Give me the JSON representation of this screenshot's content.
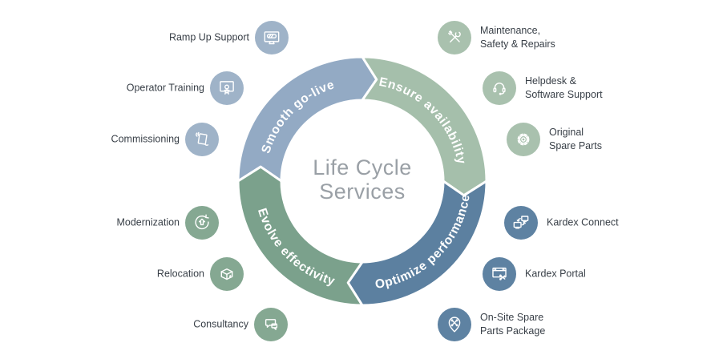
{
  "diagram": {
    "title_line1": "Life Cycle",
    "title_line2": "Services",
    "title_color": "#9aa0a6",
    "label_text_color": "#383f47",
    "flow_direction": "clockwise"
  },
  "segments": [
    {
      "label": "Smooth go-live",
      "color": "#93aac4"
    },
    {
      "label": "Ensure availability",
      "color": "#a5bfab"
    },
    {
      "label": "Optimize performance",
      "color": "#5c80a0"
    },
    {
      "label": "Evolve effectivity",
      "color": "#7ba18c"
    }
  ],
  "items_left": [
    {
      "label": "Ramp Up Support",
      "icon": "ramp-up-support-icon",
      "color": "#9fb3c8"
    },
    {
      "label": "Operator Training",
      "icon": "operator-training-icon",
      "color": "#9fb3c8"
    },
    {
      "label": "Commissioning",
      "icon": "commissioning-icon",
      "color": "#9fb3c8"
    },
    {
      "label": "Modernization",
      "icon": "modernization-icon",
      "color": "#85a892"
    },
    {
      "label": "Relocation",
      "icon": "relocation-icon",
      "color": "#85a892"
    },
    {
      "label": "Consultancy",
      "icon": "consultancy-icon",
      "color": "#85a892"
    }
  ],
  "items_right": [
    {
      "label": "Maintenance,\nSafety & Repairs",
      "icon": "maintenance-safety-repairs-icon",
      "color": "#a9c1ae"
    },
    {
      "label": "Helpdesk &\nSoftware Support",
      "icon": "helpdesk-software-support-icon",
      "color": "#a9c1ae"
    },
    {
      "label": "Original\nSpare Parts",
      "icon": "original-spare-parts-icon",
      "color": "#a9c1ae"
    },
    {
      "label": "Kardex Connect",
      "icon": "kardex-connect-icon",
      "color": "#5e82a2"
    },
    {
      "label": "Kardex Portal",
      "icon": "kardex-portal-icon",
      "color": "#5e82a2"
    },
    {
      "label": "On-Site Spare\nParts Package",
      "icon": "on-site-spare-parts-package-icon",
      "color": "#5e82a2"
    }
  ]
}
